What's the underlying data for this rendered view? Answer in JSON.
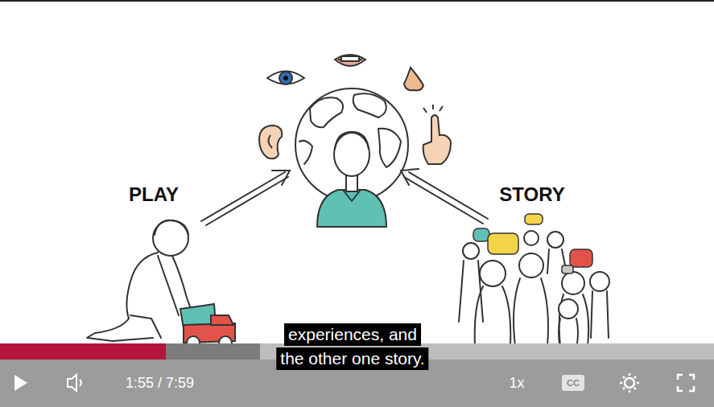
{
  "diagram": {
    "labels": [
      "PLAY",
      "STORY",
      "experiences, and",
      "the other one story.",
      "1:55 / 7:59",
      "1x",
      "CC"
    ]
  }
}
